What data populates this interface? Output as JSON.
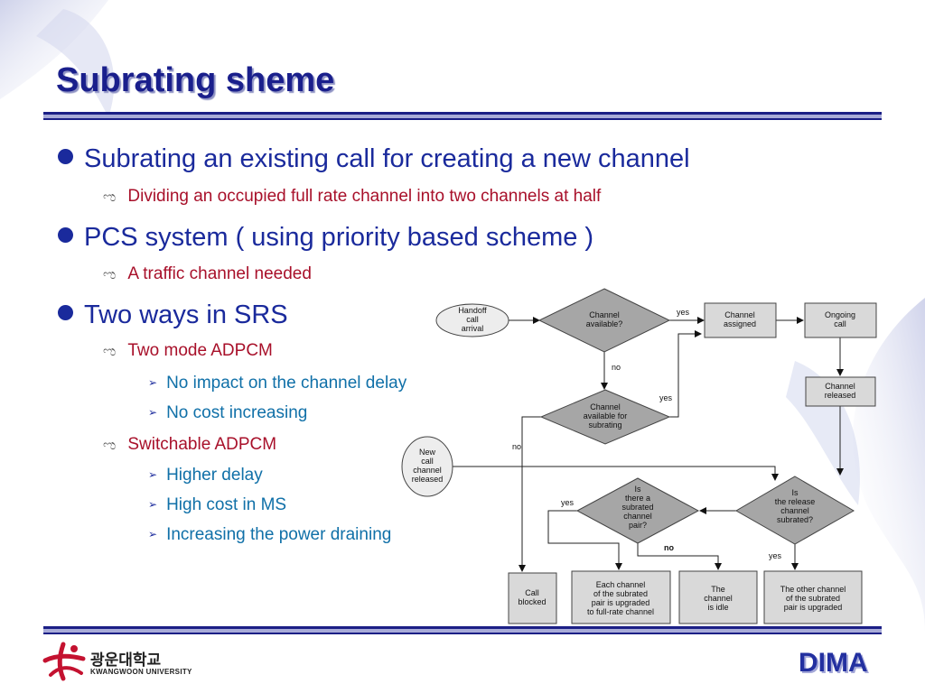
{
  "slide": {
    "title": "Subrating sheme",
    "bullets": [
      {
        "text": "Subrating an existing call for creating a new channel",
        "sub": [
          {
            "text": "Dividing an occupied full rate channel into two channels at half"
          }
        ]
      },
      {
        "text": "PCS system ( using priority based scheme )",
        "sub": [
          {
            "text": "A traffic channel needed"
          }
        ]
      },
      {
        "text": "Two ways in SRS",
        "sub": [
          {
            "text": "Two mode ADPCM",
            "sub": [
              {
                "text": "No impact on the channel delay"
              },
              {
                "text": "No cost increasing"
              }
            ]
          },
          {
            "text": "Switchable ADPCM",
            "sub": [
              {
                "text": "Higher delay"
              },
              {
                "text": "High cost in MS"
              },
              {
                "text": "Increasing the power draining"
              }
            ]
          }
        ]
      }
    ]
  },
  "flowchart": {
    "handoff": [
      "Handoff",
      "call",
      "arrival"
    ],
    "new_call": [
      "New",
      "call",
      "channel",
      "released"
    ],
    "channel_available": [
      "Channel",
      "available?"
    ],
    "channel_subrating": [
      "Channel",
      "available for",
      "subrating"
    ],
    "channel_assigned": [
      "Channel",
      "assigned"
    ],
    "ongoing_call": [
      "Ongoing",
      "call"
    ],
    "channel_released": [
      "Channel",
      "released"
    ],
    "release_subrated": [
      "Is",
      "the release",
      "channel",
      "subrated?"
    ],
    "subrated_pair": [
      "Is",
      "there a",
      "subrated",
      "channel",
      "pair?"
    ],
    "call_blocked": [
      "Call",
      "blocked"
    ],
    "each_upgraded": [
      "Each channel",
      "of the subrated",
      "pair is upgraded",
      "to full-rate channel"
    ],
    "channel_idle": [
      "The",
      "channel",
      "is idle"
    ],
    "other_upgraded": [
      "The other channel",
      "of the subrated",
      "pair is upgraded"
    ],
    "labels": {
      "yes1": "yes",
      "no1": "no",
      "yes2": "yes",
      "no2": "no",
      "yes3": "yes",
      "no3": "no",
      "yes4": "yes"
    }
  },
  "footer": {
    "university_kr": "광운대학교",
    "university_en": "KWANGWOON UNIVERSITY",
    "brand": "DIMA"
  },
  "colors": {
    "title": "#1a1f8c",
    "level1": "#1a2a9c",
    "level2": "#a8102a",
    "level3": "#1070a8"
  }
}
